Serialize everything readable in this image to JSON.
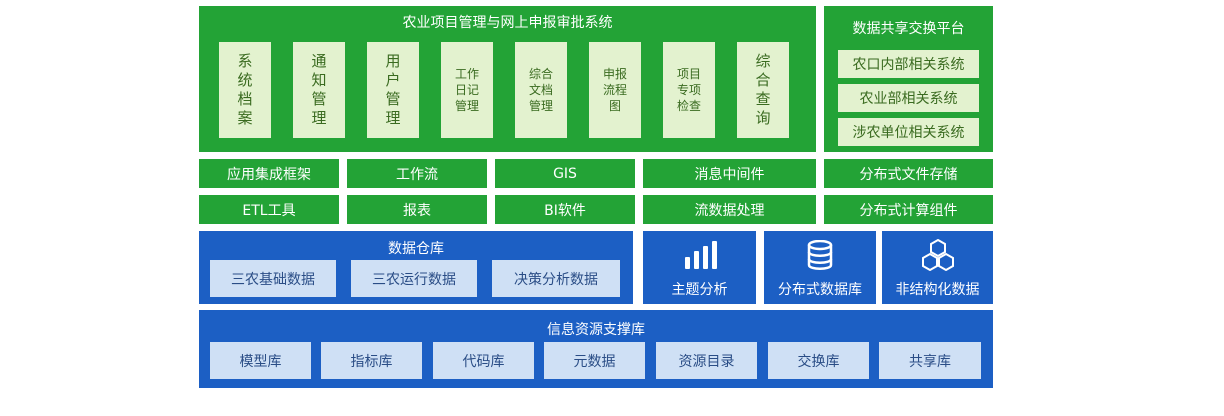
{
  "approval_system": {
    "title": "农业项目管理与网上申报审批系统",
    "modules": [
      {
        "label": "系\n统\n档\n案"
      },
      {
        "label": "通\n知\n管\n理"
      },
      {
        "label": "用\n户\n管\n理"
      },
      {
        "label": "工作\n日记\n管理"
      },
      {
        "label": "综合\n文档\n管理"
      },
      {
        "label": "申报\n流程\n图"
      },
      {
        "label": "项目\n专项\n检查"
      },
      {
        "label": "综\n合\n查\n询"
      }
    ]
  },
  "sharing_platform": {
    "title": "数据共享交换平台",
    "items": [
      "农口内部相关系统",
      "农业部相关系统",
      "涉农单位相关系统"
    ]
  },
  "middleware": {
    "row1": [
      "应用集成框架",
      "工作流",
      "GIS",
      "消息中间件",
      "分布式文件存储"
    ],
    "row2": [
      "ETL工具",
      "报表",
      "BI软件",
      "流数据处理",
      "分布式计算组件"
    ]
  },
  "data_warehouse": {
    "title": "数据仓库",
    "items": [
      "三农基础数据",
      "三农运行数据",
      "决策分析数据"
    ]
  },
  "services": [
    {
      "label": "主题分析",
      "icon": "bar-chart-icon"
    },
    {
      "label": "分布式数据库",
      "icon": "database-icon"
    },
    {
      "label": "非结构化数据",
      "icon": "cubes-icon"
    }
  ],
  "resource_support": {
    "title": "信息资源支撑库",
    "items": [
      "模型库",
      "指标库",
      "代码库",
      "元数据",
      "资源目录",
      "交换库",
      "共享库"
    ]
  },
  "colors": {
    "green": "#23a336",
    "light_green": "#e3f2cf",
    "blue": "#1c5fc4",
    "light_blue": "#cfe0f5"
  }
}
